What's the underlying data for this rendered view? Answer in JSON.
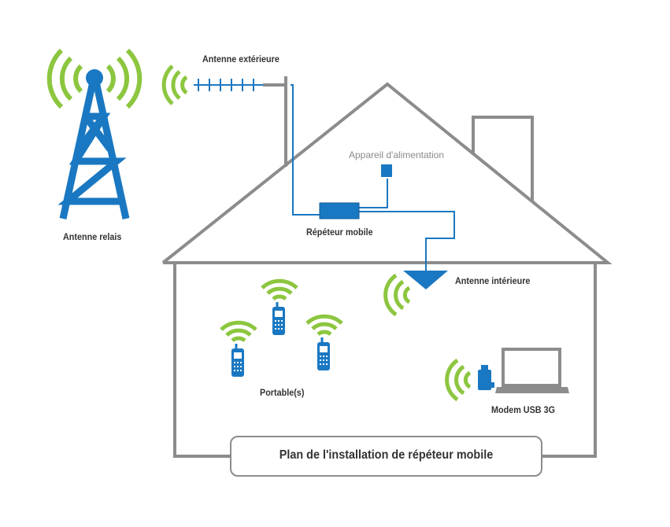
{
  "labels": {
    "outdoor_antenna": "Antenne extérieure",
    "relay_antenna": "Antenne relais",
    "power_supply": "Appareil d'alimentation",
    "repeater": "Répéteur mobile",
    "indoor_antenna": "Antenne intérieure",
    "phones": "Portable(s)",
    "usb_modem": "Modem USB 3G"
  },
  "caption": "Plan de l'installation de répéteur mobile",
  "colors": {
    "tower_blue": "#1a78c2",
    "signal_green": "#8cc63f",
    "house_gray": "#8c8c8c",
    "cable_blue": "#1a78c2"
  }
}
